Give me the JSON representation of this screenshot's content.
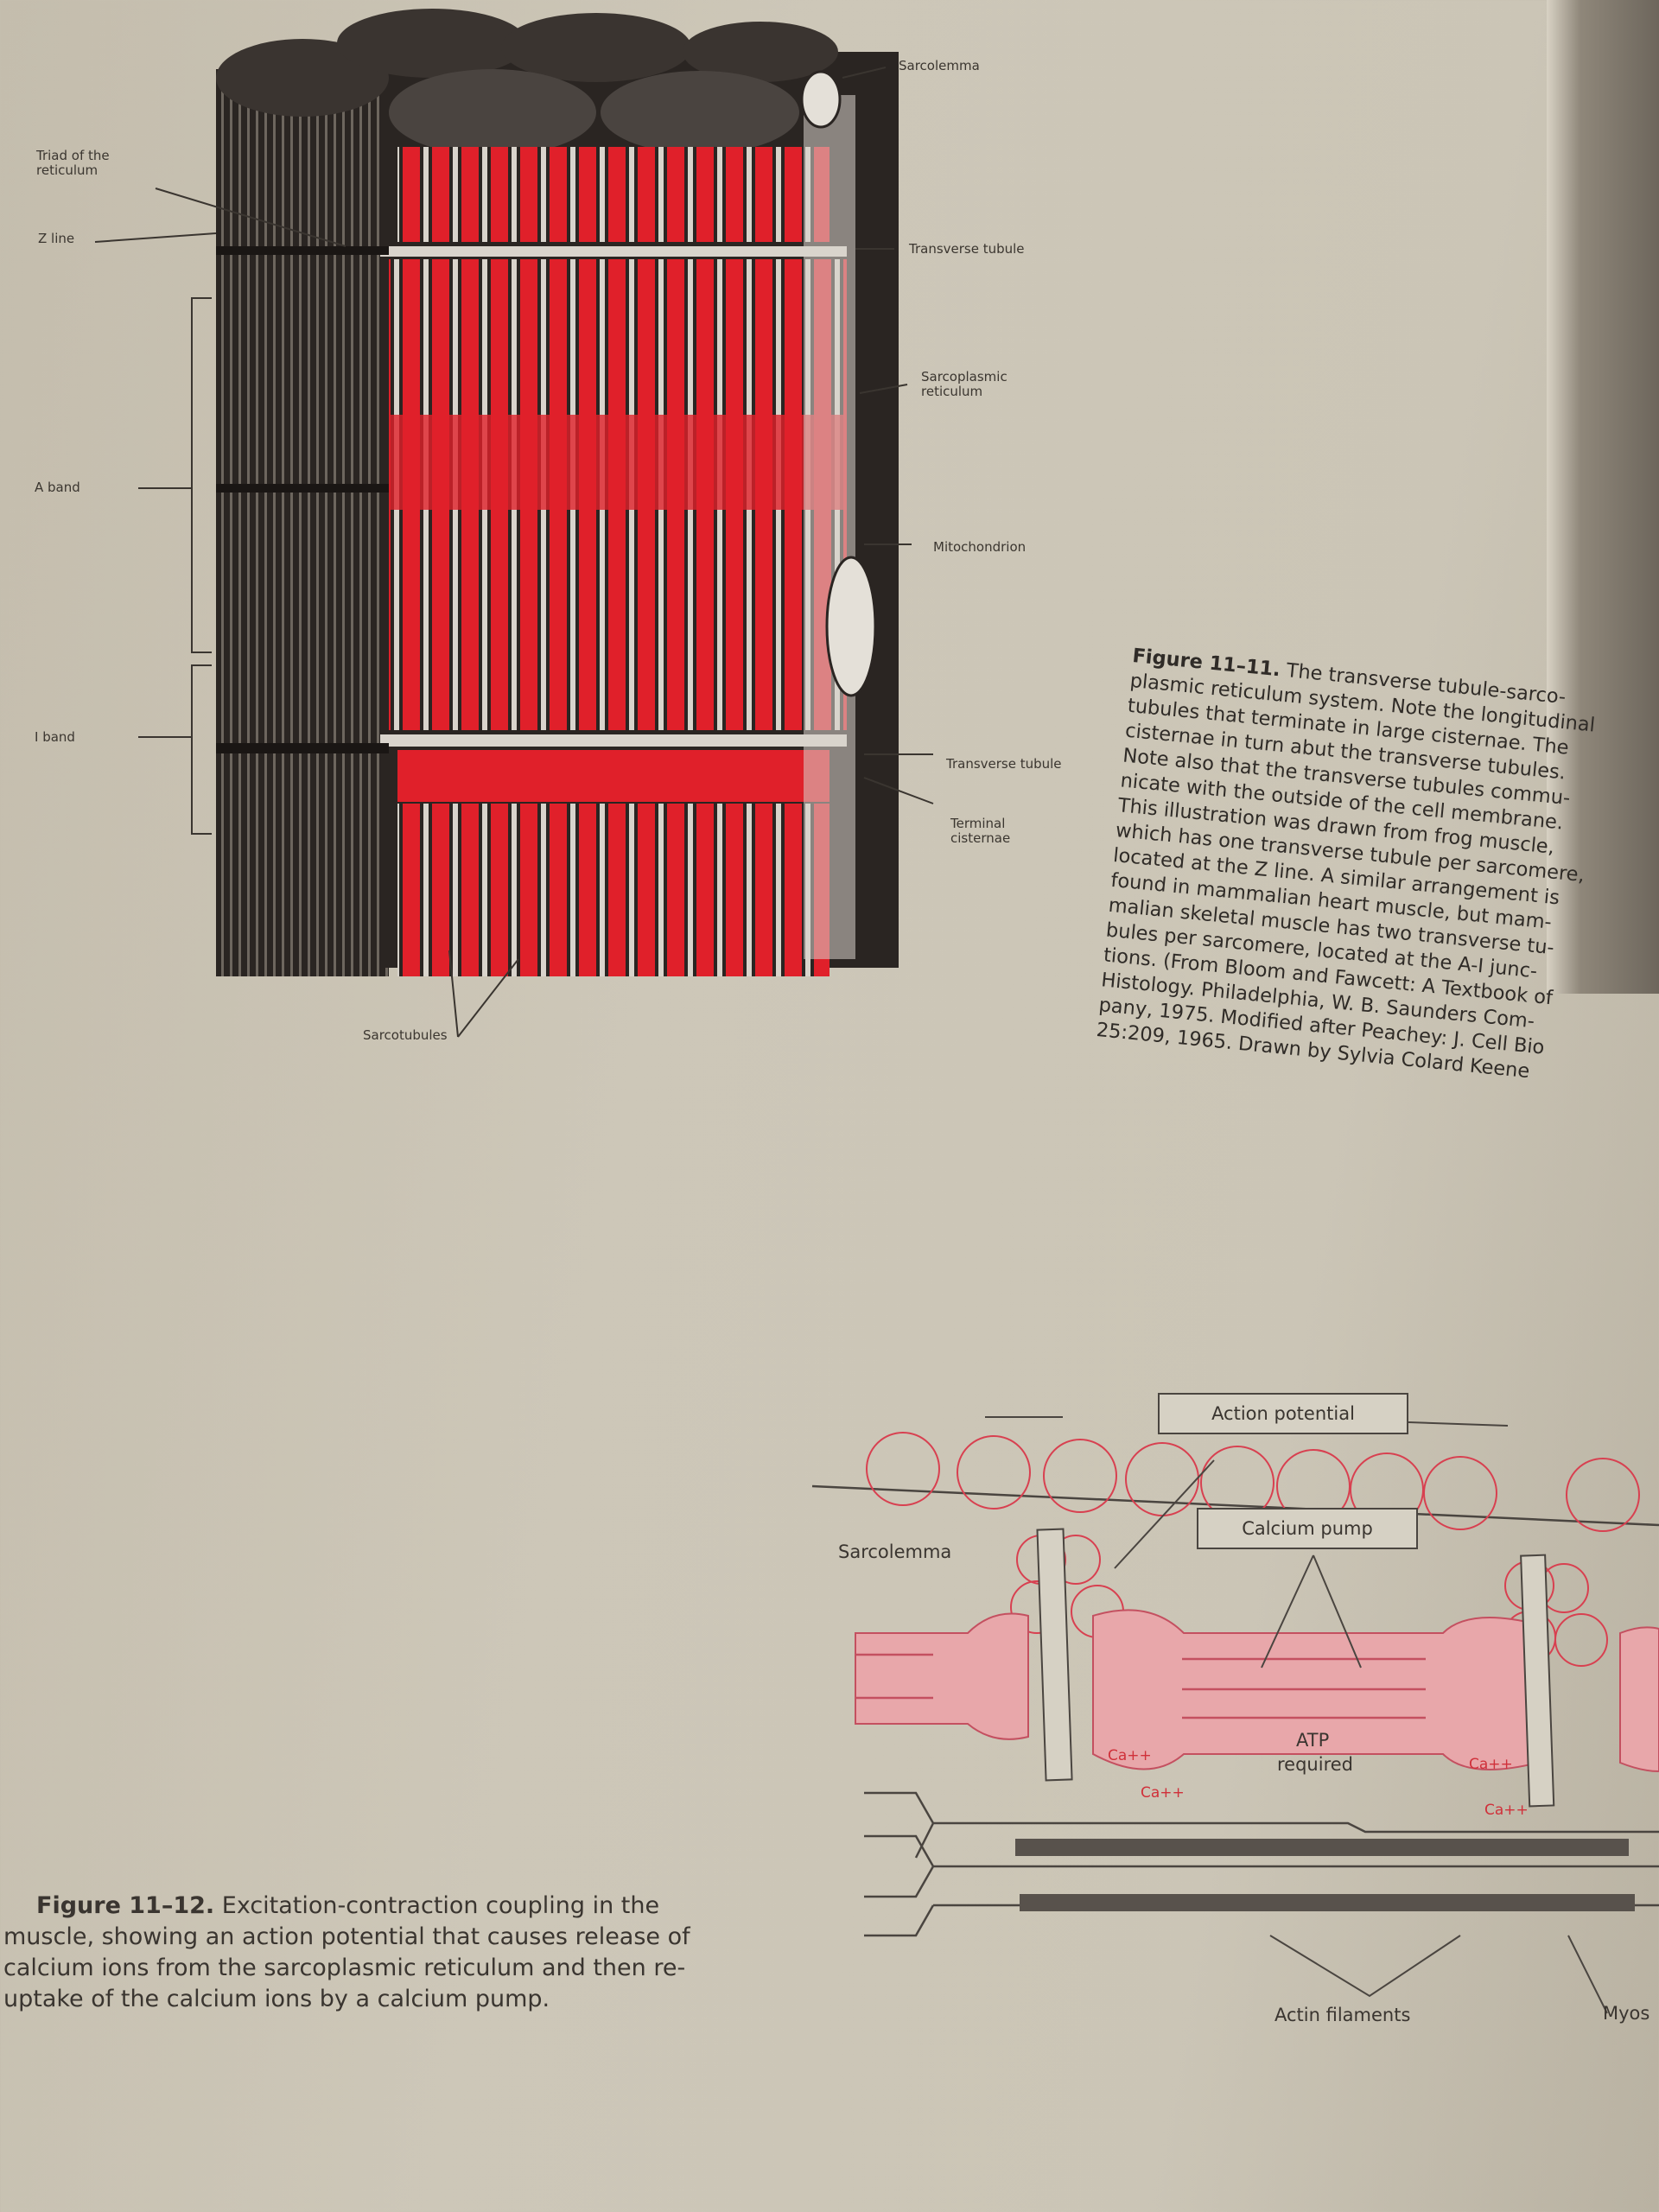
{
  "figure_11_11": {
    "labels_left": {
      "triad": "Triad of the reticulum",
      "z_line": "Z line",
      "a_band": "A band",
      "i_band": "I band",
      "sarcotubules": "Sarcotubules"
    },
    "labels_right": {
      "sarcolemma": "Sarcolemma",
      "transverse_tubule_top": "Transverse tubule",
      "sarcoplasmic_reticulum": "Sarcoplasmic reticulum",
      "mitochondrion": "Mitochondrion",
      "transverse_tubule_bottom": "Transverse tubule",
      "terminal_cisternae": "Terminal cisternae"
    },
    "caption": {
      "figure_label": "Figure 11–11.",
      "first_line_rest": " The transverse tubule-sarco-",
      "lines": [
        "plasmic reticulum system. Note the longitudinal",
        "tubules that terminate in large cisternae. The",
        "cisternae in turn abut the transverse tubules.",
        "Note also that the transverse tubules commu-",
        "nicate with the outside of the cell membrane.",
        "This illustration was drawn from frog muscle,",
        "which has one transverse tubule per sarcomere,",
        "located at the Z line. A similar arrangement is",
        "found in mammalian heart muscle, but mam-",
        "malian skeletal muscle has two transverse tu-",
        "bules per sarcomere, located at the A-I junc-",
        "tions. (From Bloom and Fawcett: A Textbook of",
        "Histology. Philadelphia, W. B. Saunders Com-",
        "pany, 1975. Modified after Peachey: J. Cell Bio",
        "25:209, 1965. Drawn by Sylvia Colard Keene"
      ]
    }
  },
  "figure_11_12": {
    "action_potential": "Action potential",
    "sarcolemma": "Sarcolemma",
    "calcium_pump": "Calcium pump",
    "ca_ion": "Ca++",
    "atp_line1": "ATP",
    "atp_line2": "required",
    "actin_filaments": "Actin filaments",
    "myosin": "Myos",
    "caption": {
      "figure_label": "Figure 11–12.",
      "first_line_rest": " Excitation-contraction coupling in the",
      "lines": [
        "muscle, showing an action potential that causes release of",
        "calcium ions from the sarcoplasmic reticulum and then re-",
        "uptake of the calcium ions by a calcium pump."
      ]
    }
  },
  "colors": {
    "paper": "#cbc5b6",
    "red_ink": "#e0202a",
    "pink_fill": "#e8a7aa",
    "dark_ink": "#2a2522"
  }
}
